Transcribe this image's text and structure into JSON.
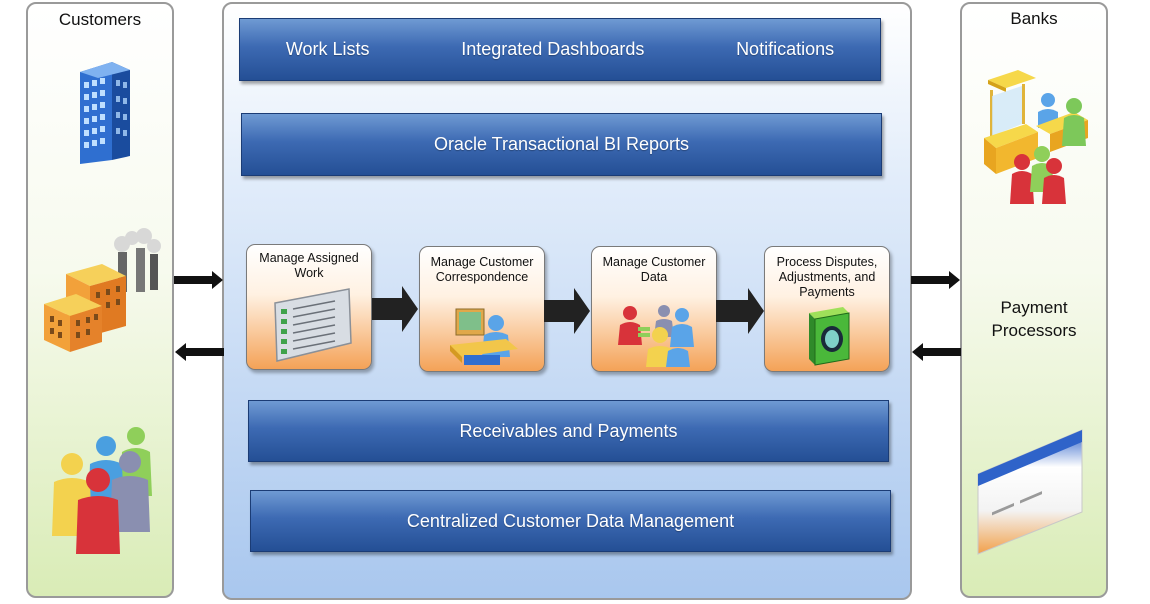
{
  "customers": {
    "title": "Customers"
  },
  "banks": {
    "title": "Banks"
  },
  "payment_processors": {
    "title": "Payment Processors"
  },
  "top_bar": {
    "items": [
      "Work Lists",
      "Integrated Dashboards",
      "Notifications"
    ]
  },
  "reports_bar": {
    "label": "Oracle Transactional BI Reports"
  },
  "process_steps": [
    {
      "label": "Manage Assigned Work"
    },
    {
      "label": "Manage Customer Correspondence"
    },
    {
      "label": "Manage Customer Data"
    },
    {
      "label": "Process Disputes, Adjustments, and Payments"
    }
  ],
  "receivables_bar": {
    "label": "Receivables and Payments"
  },
  "cdm_bar": {
    "label": "Centralized Customer Data Management"
  },
  "icons": [
    "office-building-icon",
    "factory-icon",
    "people-group-icon",
    "bank-teller-icon",
    "credit-card-icon",
    "computer-panel-icon",
    "workstation-icon",
    "customers-icon",
    "payment-box-icon"
  ],
  "colors": {
    "bar": "#3d6ab3",
    "process_box": "#f4a257",
    "side_panel": "#d9ecb6",
    "center_panel": "#a9c7ee"
  }
}
